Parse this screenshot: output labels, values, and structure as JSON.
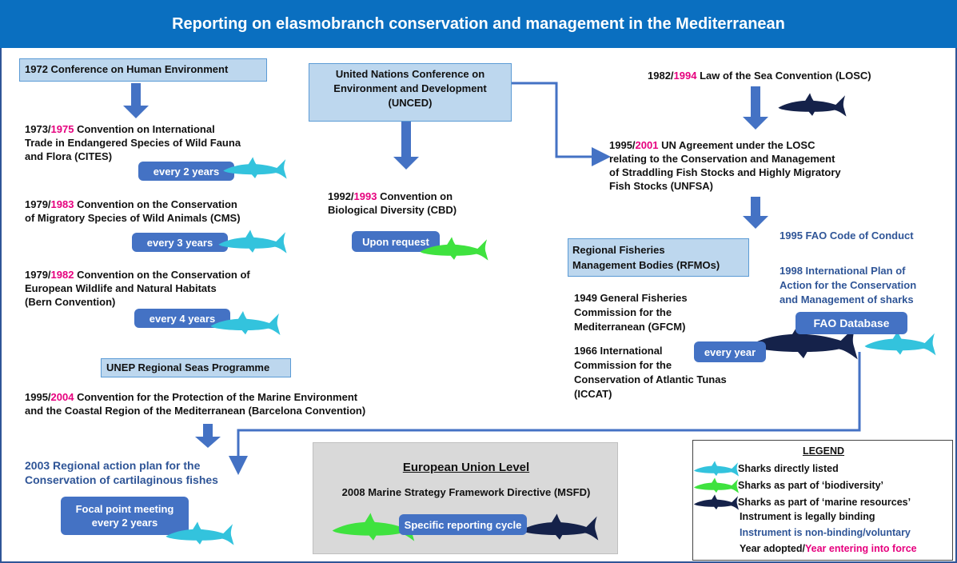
{
  "title": "Reporting on elasmobranch conservation and management in the Mediterranean",
  "colors": {
    "light_blue_shark": "#33c3dd",
    "green_shark": "#3fe23f",
    "navy_shark": "#15224a",
    "pill": "#4472c4",
    "red": "#e6007e",
    "binding_blue": "#2f5597"
  },
  "left": {
    "conf_1972": "1972 Conference on Human Environment",
    "cites": {
      "y1": "1973/",
      "y2": "1975",
      "rest": " Convention on International",
      "l2": "Trade in Endangered Species of Wild Fauna",
      "l3": "and Flora (CITES)",
      "pill": "every 2 years"
    },
    "cms": {
      "y1": "1979/",
      "y2": "1983",
      "rest": " Convention on the Conservation",
      "l2": "of Migratory Species of Wild Animals (CMS)",
      "pill": "every 3  years"
    },
    "bern": {
      "y1": "1979/",
      "y2": "1982",
      "rest": " Convention on the Conservation of",
      "l2": "European Wildlife and Natural Habitats",
      "l3": "(Bern Convention)",
      "pill": "every 4  years"
    },
    "unep": "UNEP Regional Seas Programme",
    "barcelona": {
      "y1": "1995/",
      "y2": "2004",
      "rest": " Convention for the Protection of the Marine Environment",
      "l2": "and the Coastal Region of the Mediterranean (Barcelona Convention)"
    },
    "rap_l1": "2003 Regional action plan for the",
    "rap_l2": "Conservation of cartilaginous fishes",
    "focal_l1": "Focal point meeting",
    "focal_l2": "every 2 years"
  },
  "middle": {
    "unced_l1": "United Nations Conference on",
    "unced_l2": "Environment and Development",
    "unced_l3": "(UNCED)",
    "cbd": {
      "y1": "1992/",
      "y2": "1993",
      "rest": " Convention on",
      "l2": "Biological Diversity (CBD)",
      "pill": "Upon request"
    }
  },
  "eu": {
    "heading": "European Union Level",
    "msfd": "2008 Marine Strategy Framework Directive (MSFD)",
    "pill": "Specific reporting cycle"
  },
  "right": {
    "losc": {
      "y1": "1982/",
      "y2": "1994",
      "rest": " Law of the Sea Convention (LOSC)"
    },
    "unfsa": {
      "y1": "1995/",
      "y2": "2001",
      "rest": " UN Agreement under the LOSC",
      "l2": "relating to the Conservation and Management",
      "l3": "of Straddling Fish Stocks and Highly Migratory",
      "l4": "Fish Stocks (UNFSA)"
    },
    "fao_code": "1995 FAO Code of Conduct",
    "ipoa_l1": "1998 International Plan of",
    "ipoa_l2": "Action for the Conservation",
    "ipoa_l3": "and Management of sharks",
    "fao_db": "FAO Database",
    "rfmo_l1": "Regional Fisheries",
    "rfmo_l2": "Management Bodies (RFMOs)",
    "gfcm_l1": "1949 General Fisheries",
    "gfcm_l2": "Commission for the",
    "gfcm_l3": "Mediterranean (GFCM)",
    "iccat_l1": "1966 International",
    "iccat_l2": "Commission for the",
    "iccat_l3": "Conservation of Atlantic Tunas",
    "iccat_l4": "(ICCAT)",
    "every_year": "every year"
  },
  "legend": {
    "heading": "LEGEND",
    "items": [
      {
        "label": "Sharks directly listed",
        "icon": "light-blue-shark-icon"
      },
      {
        "label": "Sharks as part of ‘biodiversity’",
        "icon": "green-shark-icon"
      },
      {
        "label": "Sharks as part of ‘marine resources’",
        "icon": "navy-shark-icon"
      }
    ],
    "binding": "Instrument is legally binding",
    "nonbinding": "Instrument is non-binding/voluntary",
    "year_adopted": "Year adopted/",
    "year_force": "Year entering into force"
  }
}
